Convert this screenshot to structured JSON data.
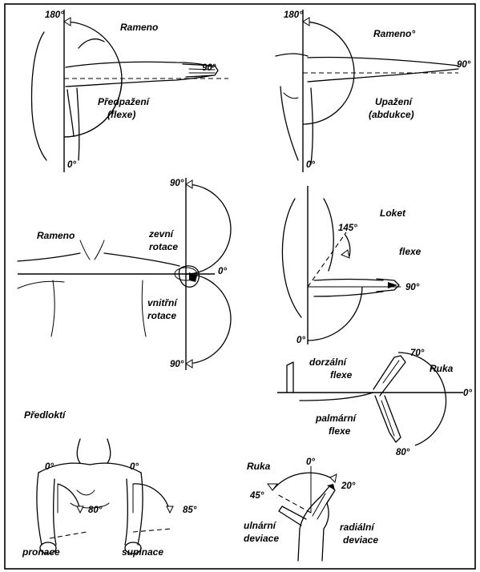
{
  "panels": {
    "shoulder_flexion": {
      "title": "Rameno",
      "deg_top": "180°",
      "deg_side": "90°",
      "deg_bottom": "0°",
      "label_line1": "Předpažení",
      "label_line2": "(flexe)"
    },
    "shoulder_abduction": {
      "title": "Rameno°",
      "deg_top": "180°",
      "deg_side": "90°",
      "deg_bottom": "0°",
      "label_line1": "Upažení",
      "label_line2": "(abdukce)"
    },
    "shoulder_rotation": {
      "title": "Rameno",
      "deg_top": "90°",
      "deg_side": "0°",
      "deg_bottom": "90°",
      "ext_line1": "zevní",
      "ext_line2": "rotace",
      "int_line1": "vnitřní",
      "int_line2": "rotace"
    },
    "elbow": {
      "title": "Loket",
      "deg_flex": "145°",
      "label": "flexe",
      "deg_side": "90°",
      "deg_bottom": "0°"
    },
    "wrist": {
      "title": "Ruka",
      "deg_top": "70°",
      "deg_side": "0°",
      "deg_bottom": "80°",
      "dorsal_line1": "dorzální",
      "dorsal_line2": "flexe",
      "palmar_line1": "palmární",
      "palmar_line2": "flexe"
    },
    "forearm": {
      "title": "Předloktí",
      "deg_left_top": "0°",
      "deg_left_side": "80°",
      "deg_right_top": "0°",
      "deg_right_side": "85°",
      "pronation": "pronace",
      "supination": "supinace"
    },
    "hand_deviation": {
      "title": "Ruka",
      "deg_top": "0°",
      "deg_left": "45°",
      "deg_right": "20°",
      "ulnar_line1": "ulnární",
      "ulnar_line2": "deviace",
      "radial_line1": "radiální",
      "radial_line2": "deviace"
    }
  }
}
